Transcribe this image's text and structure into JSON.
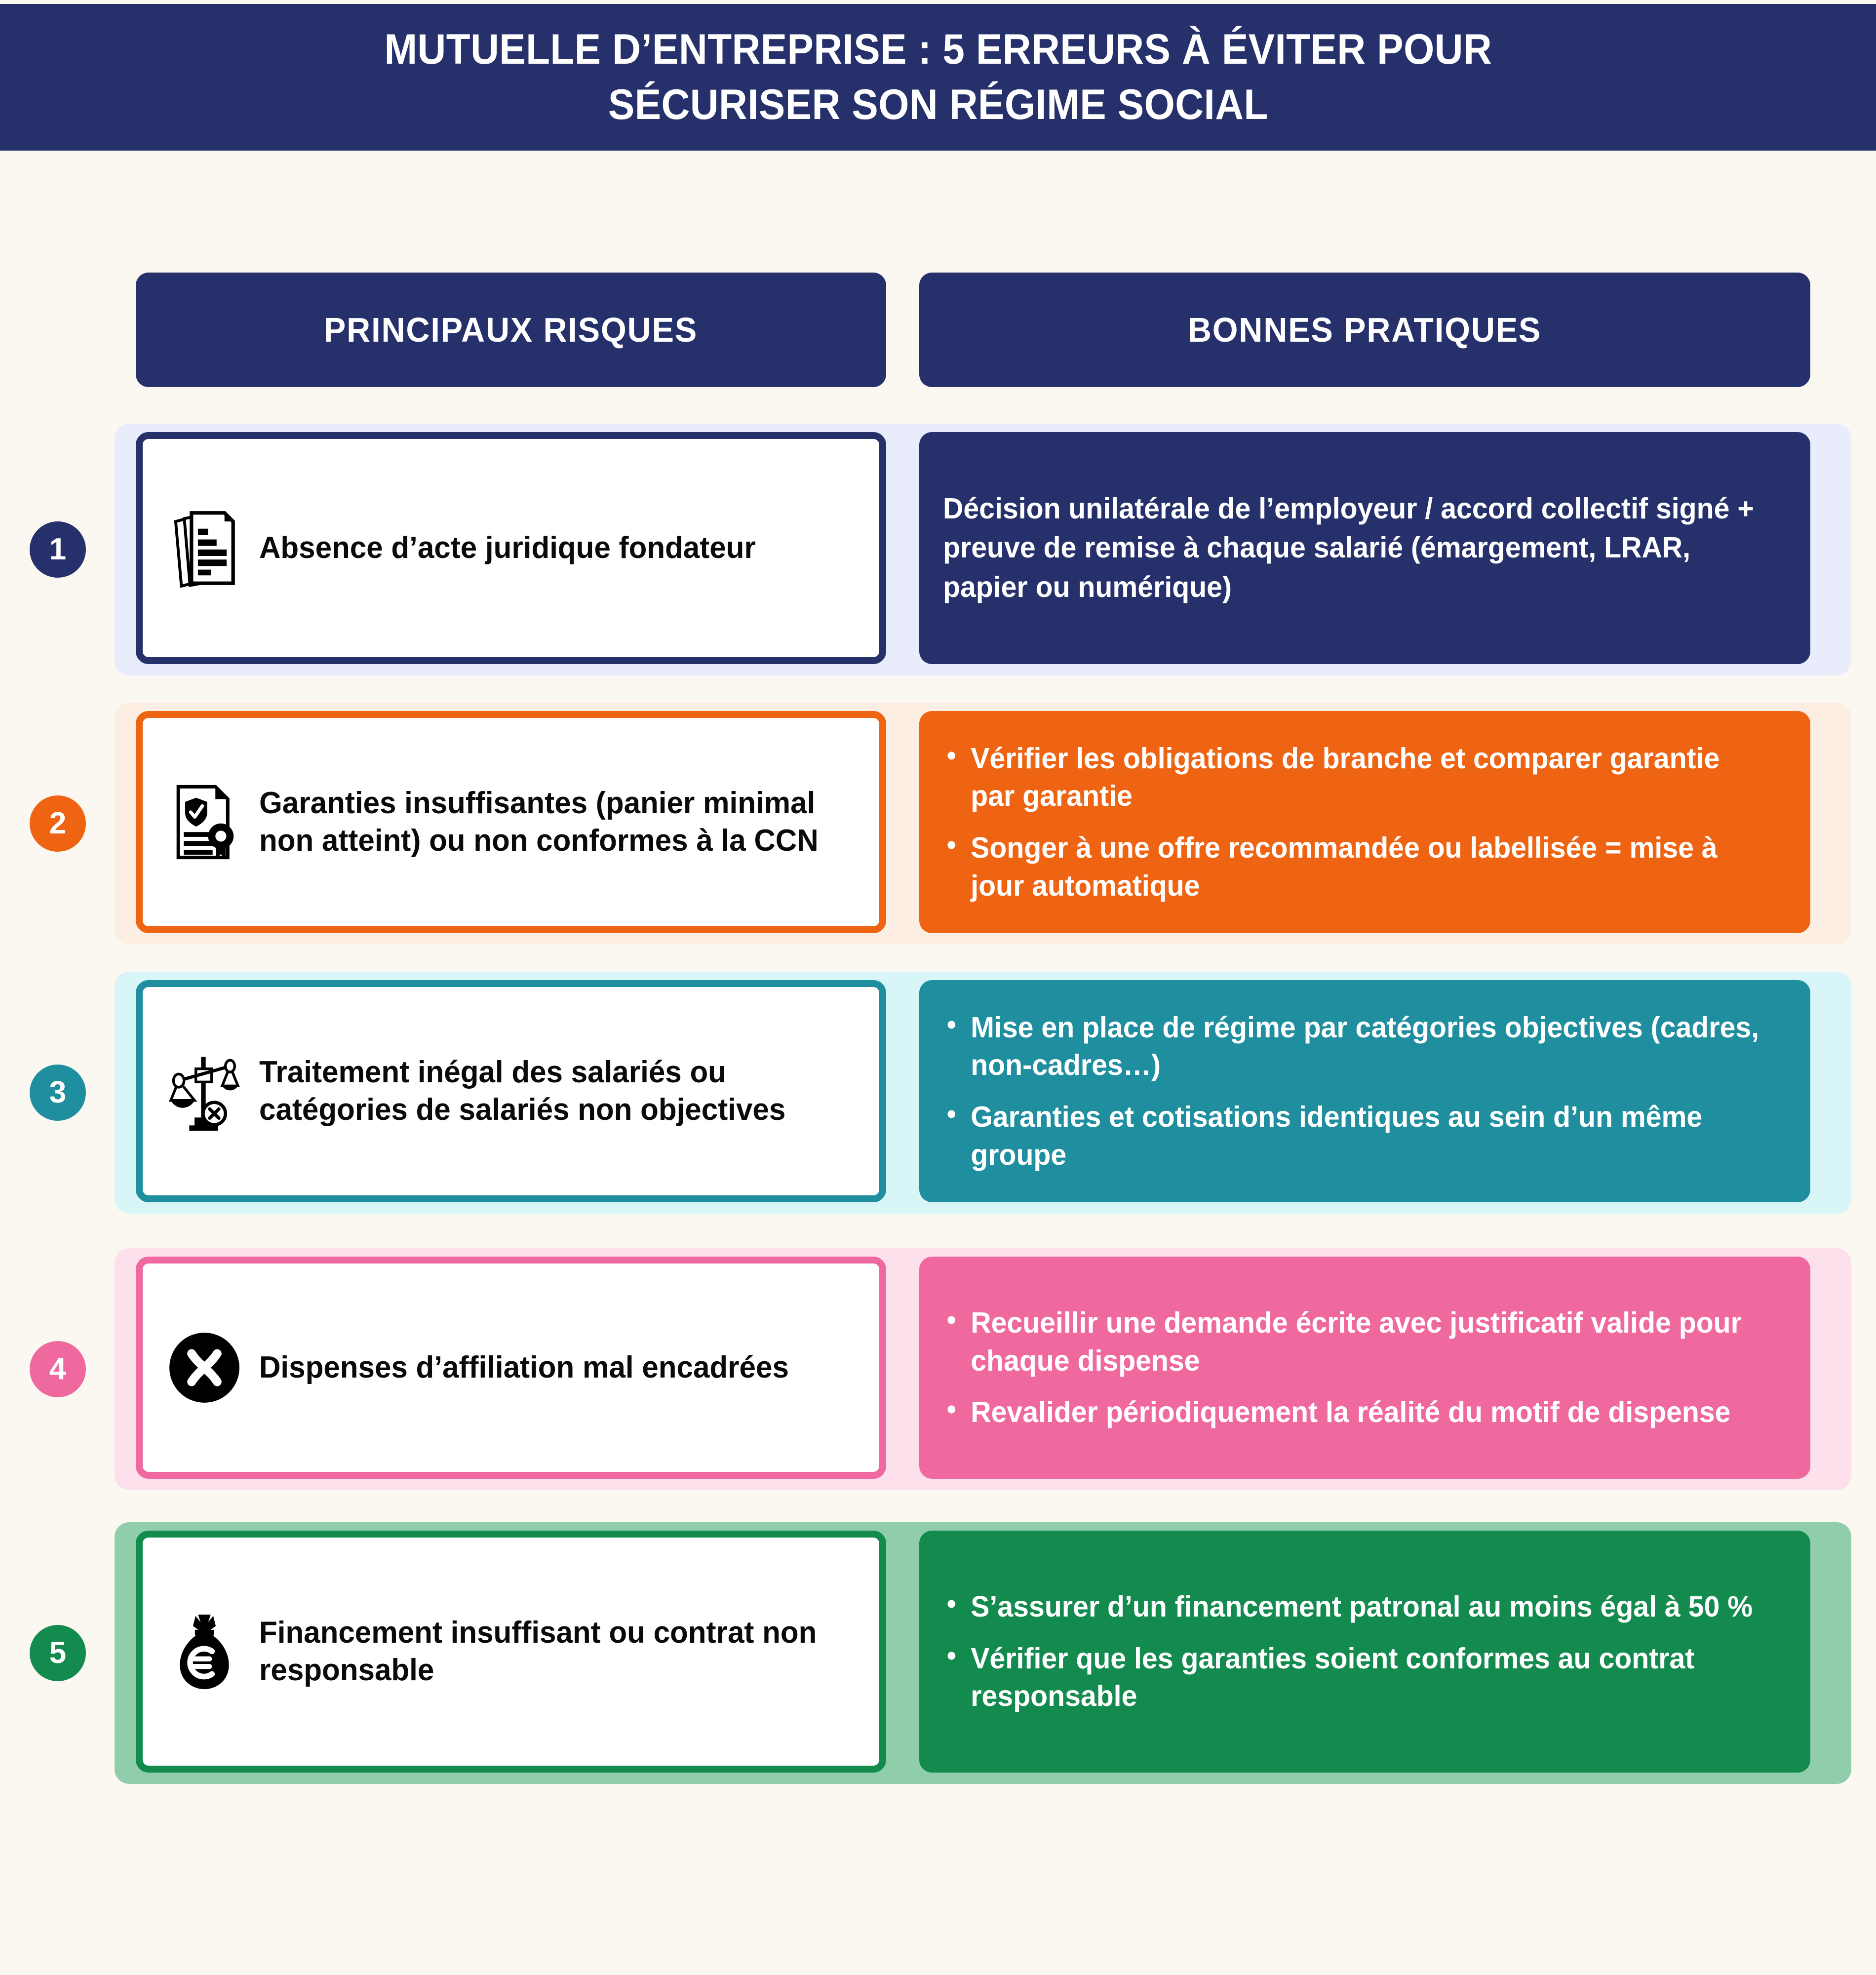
{
  "page": {
    "background_color": "#fbf7f1",
    "title": "MUTUELLE D’ENTREPRISE : 5 ERREURS À ÉVITER POUR SÉCURISER SON RÉGIME SOCIAL",
    "title_line1": "MUTUELLE D’ENTREPRISE : 5 ERREURS À ÉVITER POUR",
    "title_line2": "SÉCURISER SON RÉGIME SOCIAL",
    "banner_color": "#26306a",
    "title_color": "#ffffff"
  },
  "columns": {
    "left_header": "PRINCIPAUX RISQUES",
    "right_header": "BONNES PRATIQUES",
    "header_bg": "#26306a",
    "header_text_color": "#ffffff"
  },
  "rows": [
    {
      "number": "1",
      "accent": "#26306a",
      "band": "#e8ecfb",
      "panel_bg": "#26306a",
      "icon": "stacked-documents-icon",
      "risk": "Absence d’acte juridique fondateur",
      "practice_type": "paragraph",
      "practice_text": "Décision unilatérale de l’employeur / accord collectif signé + preuve de remise à chaque salarié (émargement, LRAR, papier ou numérique)",
      "practice_items": []
    },
    {
      "number": "2",
      "accent": "#ee6412",
      "band": "#fdeee3",
      "panel_bg": "#ee6412",
      "icon": "certificate-shield-seal-icon",
      "risk": "Garanties insuffisantes (panier minimal non atteint) ou non conformes à la CCN",
      "practice_type": "list",
      "practice_text": "",
      "practice_items": [
        "Vérifier les obligations de branche et comparer garantie par garantie",
        "Songer à une offre recommandée ou labellisée = mise à jour automatique"
      ]
    },
    {
      "number": "3",
      "accent": "#1f8e9e",
      "band": "#d8f6f8",
      "panel_bg": "#1f8e9e",
      "icon": "unbalanced-scales-icon",
      "risk": "Traitement inégal des salariés ou catégories de salariés non objectives",
      "practice_type": "list",
      "practice_text": "",
      "practice_items": [
        "Mise en place de régime par catégories objectives (cadres, non-cadres…)",
        "Garanties et cotisations identiques au sein d’un même groupe"
      ]
    },
    {
      "number": "4",
      "accent": "#ef699f",
      "band": "#fce0ec",
      "panel_bg": "#ef699f",
      "icon": "circle-cross-icon",
      "risk": "Dispenses d’affiliation mal encadrées",
      "practice_type": "list",
      "practice_text": "",
      "practice_items": [
        "Recueillir une demande écrite avec justificatif valide pour chaque dispense",
        "Revalider périodiquement la réalité du motif de dispense"
      ]
    },
    {
      "number": "5",
      "accent": "#138a4e",
      "band": "#8fcdab",
      "panel_bg": "#138a4e",
      "icon": "money-bag-euro-icon",
      "risk": "Financement insuffisant ou contrat non responsable",
      "practice_type": "list",
      "practice_text": "",
      "practice_items": [
        "S’assurer d’un financement patronal au moins égal à 50 %",
        "Vérifier que les garanties soient conformes au contrat responsable"
      ]
    }
  ]
}
